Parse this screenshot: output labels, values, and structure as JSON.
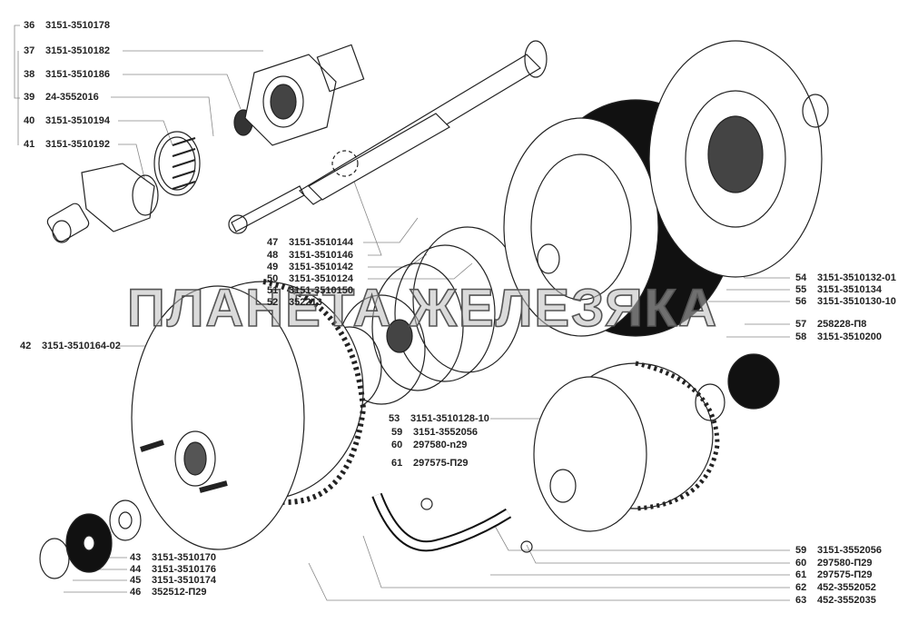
{
  "watermark": "ПЛАНЕТА ЖЕЛЕЗЯКА",
  "labels_left_top": [
    {
      "num": "36",
      "code": "3151-3510178"
    },
    {
      "num": "37",
      "code": "3151-3510182"
    },
    {
      "num": "38",
      "code": "3151-3510186"
    },
    {
      "num": "39",
      "code": "24-3552016"
    },
    {
      "num": "40",
      "code": "3151-3510194"
    },
    {
      "num": "41",
      "code": "3151-3510192"
    }
  ],
  "label_42": {
    "num": "42",
    "code": "3151-3510164-02"
  },
  "labels_center": [
    {
      "num": "47",
      "code": "3151-3510144"
    },
    {
      "num": "48",
      "code": "3151-3510146"
    },
    {
      "num": "49",
      "code": "3151-3510142"
    },
    {
      "num": "50",
      "code": "3151-3510124"
    },
    {
      "num": "51",
      "code": "3151-3510150"
    },
    {
      "num": "52",
      "code": "352213"
    }
  ],
  "labels_right": [
    {
      "num": "54",
      "code": "3151-3510132-01"
    },
    {
      "num": "55",
      "code": "3151-3510134"
    },
    {
      "num": "56",
      "code": "3151-3510130-10"
    },
    {
      "num": "57",
      "code": "258228-П8"
    },
    {
      "num": "58",
      "code": "3151-3510200"
    }
  ],
  "labels_mid": [
    {
      "num": "53",
      "code": "3151-3510128-10"
    },
    {
      "num": "59",
      "code": "3151-3552056"
    },
    {
      "num": "60",
      "code": "297580-n29"
    },
    {
      "num": "61",
      "code": "297575-П29"
    }
  ],
  "labels_bottom_left": [
    {
      "num": "43",
      "code": "3151-3510170"
    },
    {
      "num": "44",
      "code": "3151-3510176"
    },
    {
      "num": "45",
      "code": "3151-3510174"
    },
    {
      "num": "46",
      "code": "352512-П29"
    }
  ],
  "labels_bottom_right": [
    {
      "num": "59",
      "code": "3151-3552056"
    },
    {
      "num": "60",
      "code": "297580-П29"
    },
    {
      "num": "61",
      "code": "297575-П29"
    },
    {
      "num": "62",
      "code": "452-3552052"
    },
    {
      "num": "63",
      "code": "452-3552035"
    }
  ]
}
